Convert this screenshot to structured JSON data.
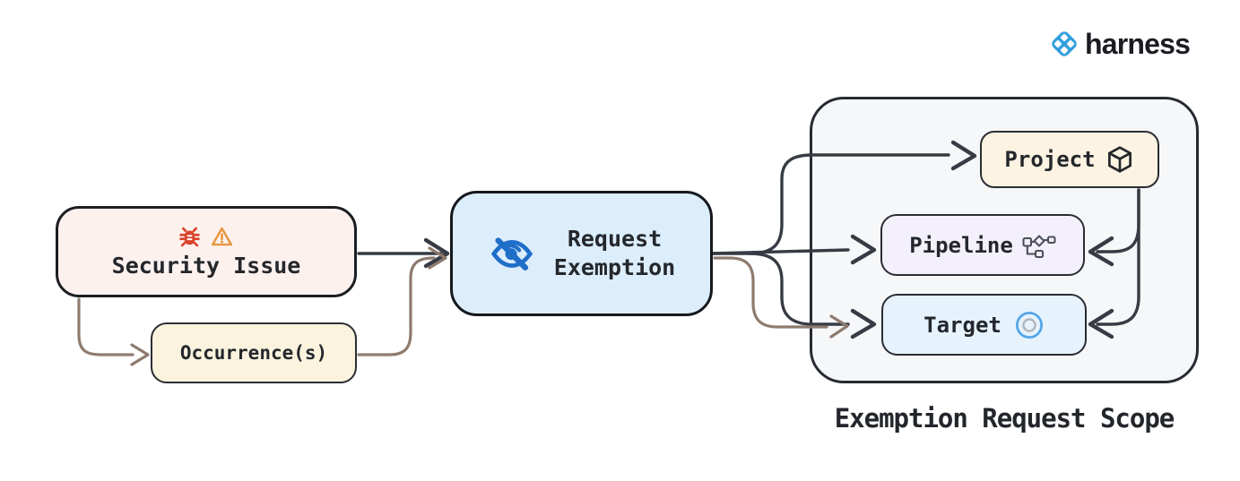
{
  "logo": {
    "brand": "harness"
  },
  "nodes": {
    "security_issue": {
      "label": "Security Issue",
      "icons": [
        "bug-icon",
        "warning-icon"
      ]
    },
    "occurrence": {
      "label": "Occurrence(s)"
    },
    "request_exemption": {
      "lines": [
        "Request",
        "Exemption"
      ],
      "icon": "eye-off-icon"
    },
    "project": {
      "label": "Project",
      "icon": "package-icon"
    },
    "pipeline": {
      "label": "Pipeline",
      "icon": "pipeline-icon"
    },
    "target": {
      "label": "Target",
      "icon": "target-icon"
    }
  },
  "scope": {
    "title": "Exemption Request Scope"
  },
  "edges": [
    "security-issue -> request-exemption",
    "security-issue -> occurrence",
    "occurrence -> request-exemption",
    "request-exemption -> project",
    "request-exemption -> pipeline",
    "request-exemption -> target",
    "occurrence-path -> target",
    "project -> pipeline",
    "project -> target"
  ],
  "colors": {
    "node_border": "#22262c",
    "arrow_dark": "#363b44",
    "arrow_brown": "#8e7b6f",
    "security_fill": "#fdf1ee",
    "occurrence_fill": "#fbf3de",
    "exemption_fill": "#dcedfb",
    "scope_fill": "#f6f7f9",
    "project_fill": "#fcf3e2",
    "pipeline_fill": "#f4f0fb",
    "target_fill": "#e6f3fd",
    "bug_red": "#d9432a",
    "warning_orange": "#e6953f",
    "eye_blue": "#1f6fc9",
    "target_ring_blue": "#56a6e8",
    "brand_blue": "#32a0dd"
  }
}
